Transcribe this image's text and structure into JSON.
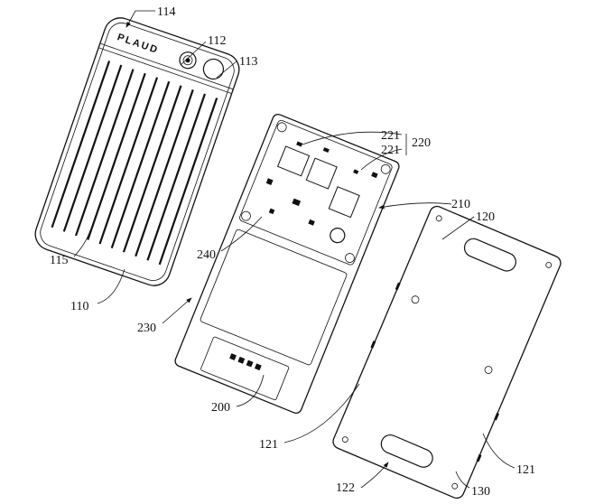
{
  "figure": {
    "logo_text": "PLAUD",
    "labels": {
      "l114": "114",
      "l112": "112",
      "l113": "113",
      "l115": "115",
      "l110": "110",
      "l221a": "221",
      "l221b": "221",
      "l220": "220",
      "l210": "210",
      "l120": "120",
      "l240": "240",
      "l230": "230",
      "l200": "200",
      "l121a": "121",
      "l122": "122",
      "l130": "130",
      "l121b": "121"
    }
  }
}
